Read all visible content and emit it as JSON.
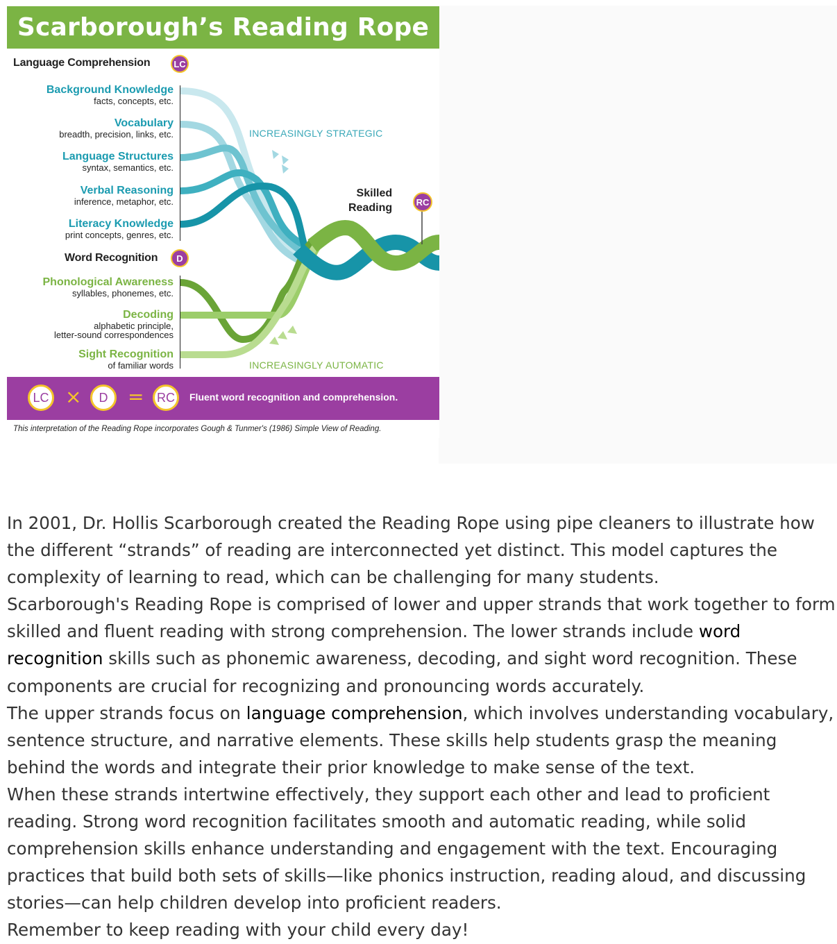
{
  "figure": {
    "title": "Scarborough’s Reading Rope",
    "language_comprehension": {
      "label": "Language Comprehension",
      "badge": "LC"
    },
    "upper_strands": [
      {
        "name": "Background Knowledge",
        "desc": "facts, concepts, etc."
      },
      {
        "name": "Vocabulary",
        "desc": "breadth, precision, links, etc."
      },
      {
        "name": "Language Structures",
        "desc": "syntax, semantics, etc."
      },
      {
        "name": "Verbal Reasoning",
        "desc": "inference, metaphor, etc."
      },
      {
        "name": "Literacy Knowledge",
        "desc": "print concepts, genres, etc."
      }
    ],
    "word_recognition": {
      "label": "Word Recognition",
      "badge": "D"
    },
    "lower_strands": [
      {
        "name": "Phonological Awareness",
        "desc": "syllables, phonemes, etc."
      },
      {
        "name": "Decoding",
        "desc_line1": "alphabetic principle,",
        "desc_line2": "letter-sound correspondences"
      },
      {
        "name": "Sight Recognition",
        "desc": "of familiar words"
      }
    ],
    "increasingly_strategic": "INCREASINGLY STRATEGIC",
    "increasingly_automatic": "INCREASINGLY AUTOMATIC",
    "skilled_reading_line1": "Skilled",
    "skilled_reading_line2": "Reading",
    "skilled_reading_badge": "RC",
    "equation": {
      "lc": "LC",
      "times": "×",
      "d": "D",
      "equals": "=",
      "rc": "RC",
      "text": "Fluent word recognition and comprehension."
    },
    "caption": "This interpretation of the Reading Rope incorporates Gough & Tunmer's (1986) Simple View of Reading.",
    "colors": {
      "green": "#7bb444",
      "purple": "#9b3ea1",
      "teal": "#1b9bb0",
      "gold": "#f4c52b"
    }
  },
  "article": {
    "p1": "In 2001, Dr. Hollis Scarborough created the Reading Rope using pipe cleaners to illustrate how the different “strands” of reading are interconnected yet distinct. This model captures the complexity of learning to read, which can be challenging for many students.",
    "p2_before": "Scarborough's Reading Rope is comprised of lower and upper strands that work together to form skilled and fluent reading with strong comprehension. The lower strands include ",
    "p2_keyword": "word recognition",
    "p2_after": " skills such as phonemic awareness, decoding, and sight word recognition. These components are crucial for recognizing and pronouncing words accurately.",
    "p3_before": "The upper strands focus on ",
    "p3_keyword": "language comprehension",
    "p3_after": ", which involves understanding vocabulary, sentence structure, and narrative elements. These skills help students grasp the meaning behind the words and integrate their prior knowledge to make sense of the text.",
    "p4": "When these strands intertwine effectively, they support each other and lead to proficient reading. Strong word recognition facilitates smooth and automatic reading, while solid comprehension skills enhance understanding and engagement with the text. Encouraging practices that build both sets of skills—like phonics instruction, reading aloud, and discussing stories—can help children develop into proficient readers.",
    "p5": "Remember to keep reading with your child every day!"
  }
}
